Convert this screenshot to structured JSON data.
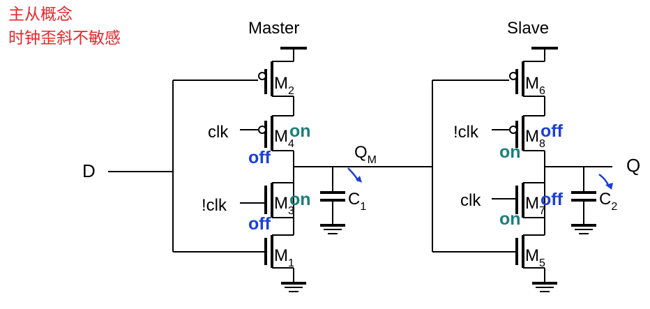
{
  "notes": {
    "line1": "主从概念",
    "line2": "时钟歪斜不敏感"
  },
  "master": {
    "title": "Master",
    "input": "D",
    "transistors": [
      {
        "name": "M",
        "sub": "2"
      },
      {
        "name": "M",
        "sub": "4"
      },
      {
        "name": "M",
        "sub": "3"
      },
      {
        "name": "M",
        "sub": "1"
      }
    ],
    "clk_top": "clk",
    "clk_bottom": "!clk",
    "state_m4": "on",
    "state_m4_off": "off",
    "state_m3": "on",
    "state_m3_off": "off",
    "node": {
      "name": "Q",
      "sub": "M"
    },
    "cap": {
      "name": "C",
      "sub": "1"
    }
  },
  "slave": {
    "title": "Slave",
    "output": "Q",
    "transistors": [
      {
        "name": "M",
        "sub": "6"
      },
      {
        "name": "M",
        "sub": "8"
      },
      {
        "name": "M",
        "sub": "7"
      },
      {
        "name": "M",
        "sub": "5"
      }
    ],
    "clk_top": "!clk",
    "clk_bottom": "clk",
    "state_m8_off": "off",
    "state_m8_on": "on",
    "state_m7_off": "off",
    "state_m7_on": "on",
    "cap": {
      "name": "C",
      "sub": "2"
    }
  },
  "colors": {
    "note": "#e8262a",
    "on": "#1a7f78",
    "off": "#1c3fd6"
  }
}
